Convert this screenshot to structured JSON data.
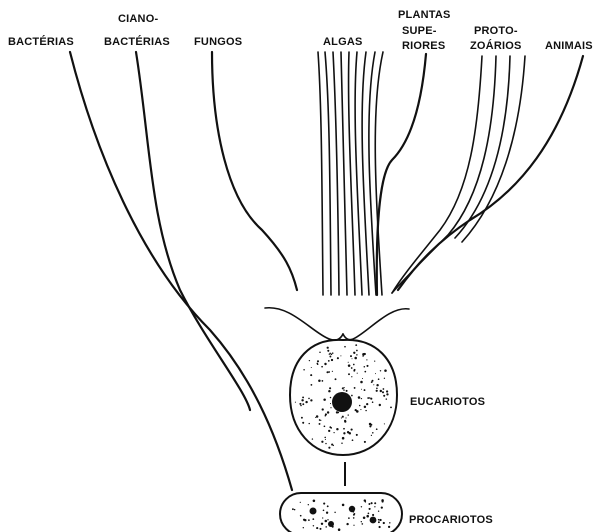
{
  "labels": {
    "bacterias": "BACTÉRIAS",
    "ciano_1": "CIANO-",
    "ciano_2": "BACTÉRIAS",
    "fungos": "FUNGOS",
    "algas": "ALGAS",
    "plantas_1": "PLANTAS",
    "plantas_2": "SUPE-",
    "plantas_3": "RIORES",
    "proto_1": "PROTO-",
    "proto_2": "ZOÁRIOS",
    "animais": "ANIMAIS",
    "eucariotos": "EUCARIOTOS",
    "procariotos": "PROCARIOTOS"
  },
  "colors": {
    "ink": "#111111",
    "background": "#ffffff"
  }
}
